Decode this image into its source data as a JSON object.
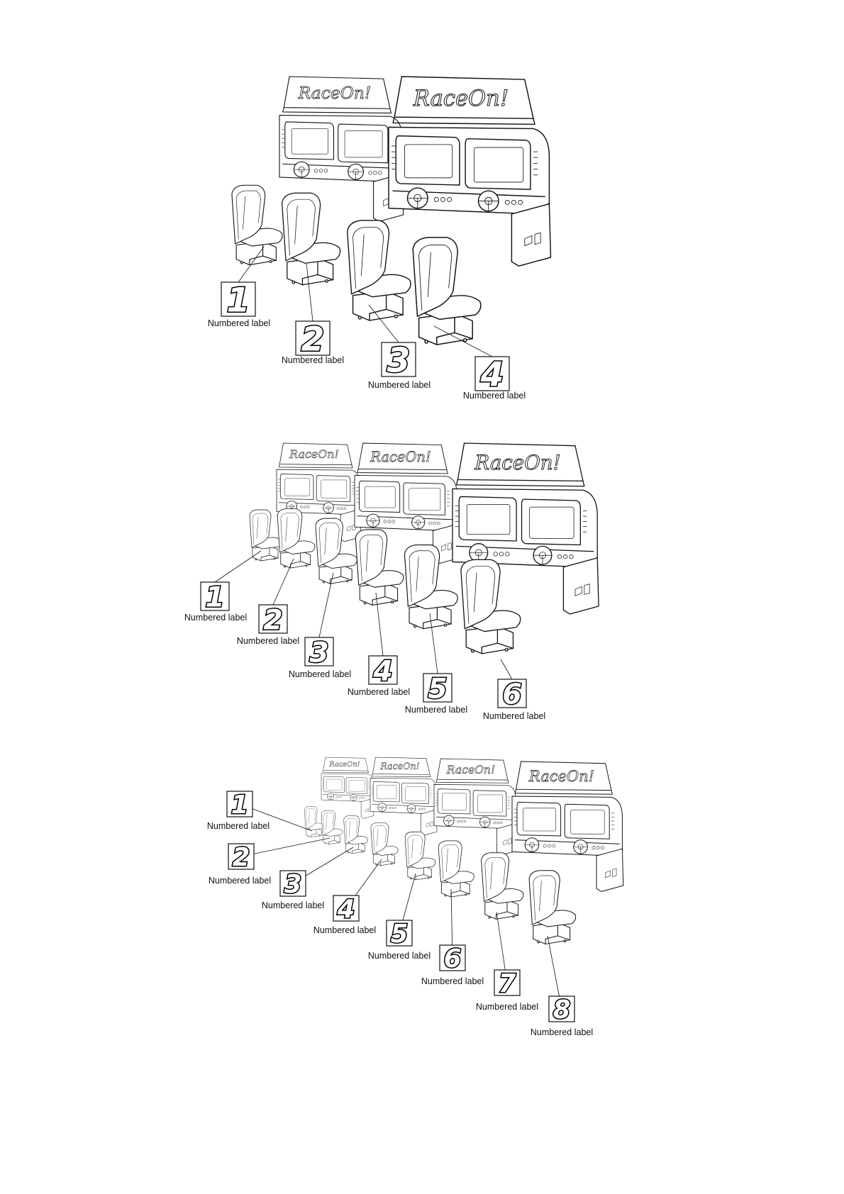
{
  "brand_text": "RaceOn!",
  "figures": [
    {
      "id": "two-cabinets",
      "cabinet_count": 2,
      "labels": [
        {
          "number": "1",
          "caption": "Numbered label"
        },
        {
          "number": "2",
          "caption": "Numbered label"
        },
        {
          "number": "3",
          "caption": "Numbered label"
        },
        {
          "number": "4",
          "caption": "Numbered label"
        }
      ]
    },
    {
      "id": "three-cabinets",
      "cabinet_count": 3,
      "labels": [
        {
          "number": "1",
          "caption": "Numbered label"
        },
        {
          "number": "2",
          "caption": "Numbered label"
        },
        {
          "number": "3",
          "caption": "Numbered label"
        },
        {
          "number": "4",
          "caption": "Numbered label"
        },
        {
          "number": "5",
          "caption": "Numbered label"
        },
        {
          "number": "6",
          "caption": "Numbered label"
        }
      ]
    },
    {
      "id": "four-cabinets",
      "cabinet_count": 4,
      "labels": [
        {
          "number": "1",
          "caption": "Numbered label"
        },
        {
          "number": "2",
          "caption": "Numbered label"
        },
        {
          "number": "3",
          "caption": "Numbered label"
        },
        {
          "number": "4",
          "caption": "Numbered label"
        },
        {
          "number": "5",
          "caption": "Numbered label"
        },
        {
          "number": "6",
          "caption": "Numbered label"
        },
        {
          "number": "7",
          "caption": "Numbered label"
        },
        {
          "number": "8",
          "caption": "Numbered label"
        }
      ]
    }
  ]
}
